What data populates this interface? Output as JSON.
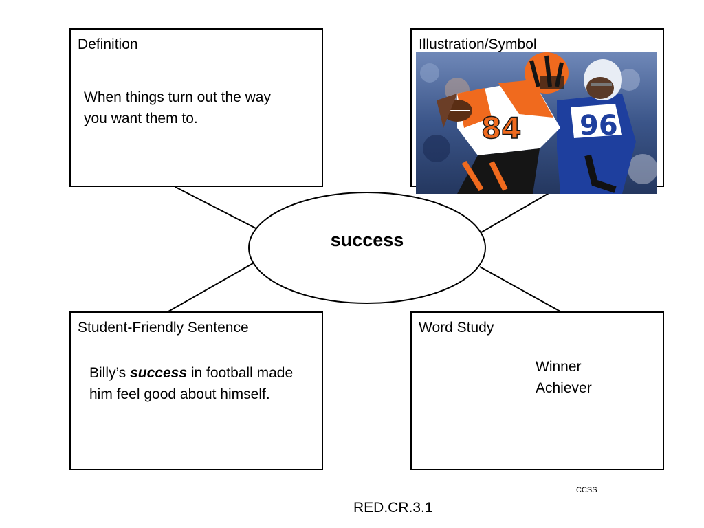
{
  "center_word": "success",
  "definition": {
    "title": "Definition",
    "lines": [
      "When things turn out the way",
      "you want them to."
    ]
  },
  "illustration": {
    "title": "Illustration/Symbol",
    "photo": {
      "subject": "football-player-icon",
      "jersey_number_front": "84",
      "jersey_number_back": "96",
      "colors": {
        "orange": "#f06a1e",
        "black": "#151515",
        "blue": "#1e3f9e",
        "field": "#2e4a7a"
      }
    }
  },
  "sentence": {
    "title": "Student-Friendly Sentence",
    "before": "Billy’s ",
    "emphasis": "success",
    "after_line1": " in football made",
    "line2": "him feel good about himself."
  },
  "word_study": {
    "title": "Word Study",
    "words": [
      "Winner",
      "Achiever"
    ]
  },
  "footer": {
    "tag": "CCSS",
    "standard": "RED.CR.3.1"
  }
}
